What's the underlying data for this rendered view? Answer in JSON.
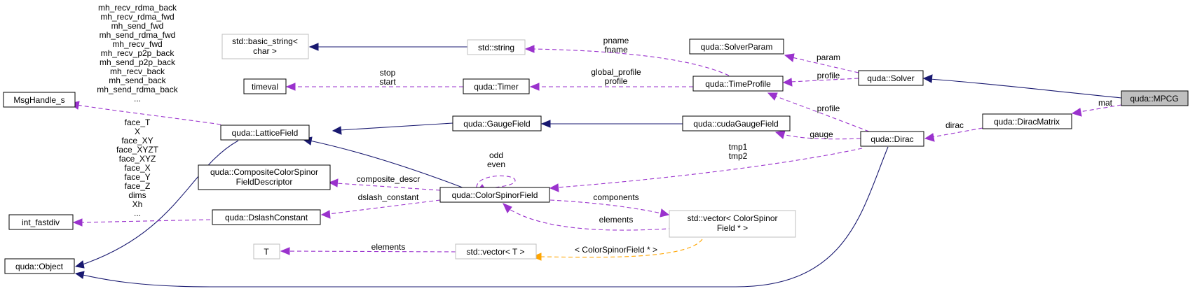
{
  "nodes": {
    "mpcg": "quda::MPCG",
    "solver": "quda::Solver",
    "solver_param": "quda::SolverParam",
    "time_profile": "quda::TimeProfile",
    "std_string": "std::string",
    "basic_string": [
      "std::basic_string<",
      "char >"
    ],
    "timeval": "timeval",
    "timer": "quda::Timer",
    "dirac_matrix": "quda::DiracMatrix",
    "dirac": "quda::Dirac",
    "cuda_gauge_field": "quda::cudaGaugeField",
    "gauge_field": "quda::GaugeField",
    "lattice_field": "quda::LatticeField",
    "msg_handle": "MsgHandle_s",
    "composite_descriptor": [
      "quda::CompositeColorSpinor",
      "FieldDescriptor"
    ],
    "color_spinor_field": "quda::ColorSpinorField",
    "dslash_constant": "quda::DslashConstant",
    "int_fastdiv": "int_fastdiv",
    "vector_csf": [
      "std::vector< ColorSpinor",
      "Field * >"
    ],
    "t": "T",
    "vector_t": "std::vector< T >",
    "object": "quda::Object"
  },
  "edge_labels": {
    "mat": "mat",
    "param": "param",
    "profile_solver": "profile",
    "pname_fname": [
      "pname",
      "fname"
    ],
    "stop_start": [
      "stop",
      "start"
    ],
    "global_profile": [
      "global_profile",
      "profile"
    ],
    "profile_dirac": "profile",
    "dirac": "dirac",
    "gauge": "gauge",
    "tmp": [
      "tmp1",
      "tmp2"
    ],
    "odd_even": [
      "odd",
      "even"
    ],
    "composite_descr": "composite_descr",
    "dslash_constant": "dslash_constant",
    "components": "components",
    "elements_csf": "elements",
    "elements_t": "elements",
    "template_arg": "< ColorSpinorField * >",
    "msg_handle_members": [
      "mh_recv_rdma_back",
      "mh_recv_rdma_fwd",
      "mh_send_fwd",
      "mh_send_rdma_fwd",
      "mh_recv_fwd",
      "mh_recv_p2p_back",
      "mh_send_p2p_back",
      "mh_recv_back",
      "mh_send_back",
      "mh_send_rdma_back",
      "..."
    ],
    "fastdiv_members": [
      "face_T",
      "X",
      "face_XY",
      "face_XYZT",
      "face_XYZ",
      "face_X",
      "face_Y",
      "face_Z",
      "dims",
      "Xh",
      "..."
    ]
  },
  "colors": {
    "inheritance": "#191970",
    "usage": "#9a32cd",
    "template": "#ffa500",
    "focus_fill": "#bfbfbf",
    "undocumented_border": "#bfbfbf"
  }
}
